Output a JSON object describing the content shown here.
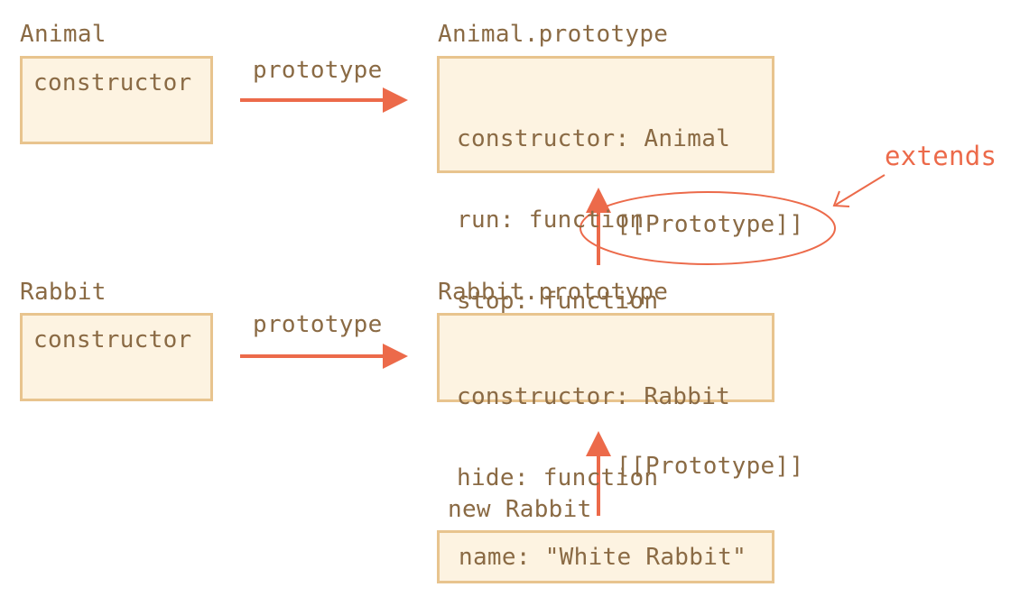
{
  "colors": {
    "box_fill": "#fdf3e1",
    "box_border": "#e8c48e",
    "text": "#8a6a44",
    "arrow": "#ec6a4a"
  },
  "animal": {
    "title": "Animal",
    "lines": [
      "constructor"
    ]
  },
  "animal_prototype": {
    "title": "Animal.prototype",
    "lines": [
      "constructor: Animal",
      "run: function",
      "stop: function"
    ]
  },
  "rabbit": {
    "title": "Rabbit",
    "lines": [
      "constructor"
    ]
  },
  "rabbit_prototype": {
    "title": "Rabbit.prototype",
    "lines": [
      "constructor: Rabbit",
      "hide: function"
    ]
  },
  "rabbit_instance": {
    "title": "new Rabbit",
    "lines": [
      "name: \"White Rabbit\""
    ]
  },
  "arrows": {
    "animal_prototype_label": "prototype",
    "rabbit_prototype_label": "prototype",
    "rabbit_proto_to_animal_proto_label": "[[Prototype]]",
    "instance_to_rabbit_proto_label": "[[Prototype]]",
    "extends_label": "extends"
  }
}
